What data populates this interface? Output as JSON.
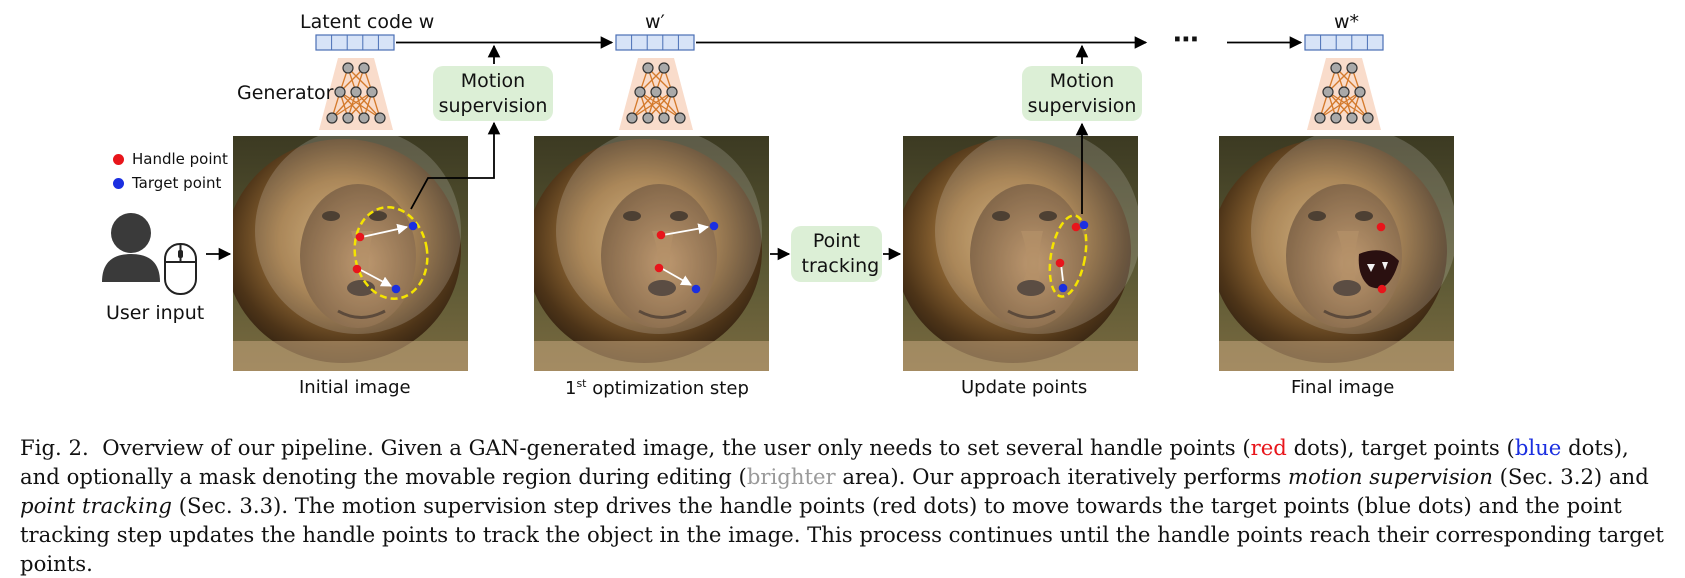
{
  "latent": {
    "start_label": "Latent code w",
    "mid_label": "w′",
    "final_label": "w*",
    "ellipsis": "⋯"
  },
  "generator_label": "Generator",
  "motion_supervision_label": "Motion supervision",
  "point_tracking_label": "Point tracking",
  "legend": {
    "handle": "Handle point",
    "target": "Target point"
  },
  "user_input_label": "User input",
  "images": {
    "initial": "Initial image",
    "step_sup": "st",
    "step_pre": "1",
    "step_post": " optimization step",
    "update": "Update points",
    "final": "Final image"
  },
  "colors": {
    "handle": "#e8151b",
    "target": "#1b2fe0",
    "mask_outline": "#f5e400",
    "latent_fill": "#d7e3f7",
    "latent_stroke": "#4a6fb5",
    "generator_bg": "#f9dccb",
    "box_green": "#dcefd6"
  },
  "caption": {
    "fig": "Fig. 2.",
    "t1": "Overview of our pipeline. Given a GAN-generated image, the user only needs to set several handle points (",
    "red": "red",
    "t2": " dots), target points (",
    "blue": "blue",
    "t3": " dots), and optionally a mask denoting the movable region during editing (",
    "brighter": "brighter",
    "t4": " area). Our approach iteratively performs ",
    "ms": "motion supervision",
    "t5": " (Sec. 3.2) and ",
    "pt": "point tracking",
    "t6": " (Sec. 3.3). The motion supervision step drives the handle points (red dots) to move towards the target points (blue dots) and the point tracking step updates the handle points to track the object in the image. This process continues until the handle points reach their corresponding target points."
  }
}
